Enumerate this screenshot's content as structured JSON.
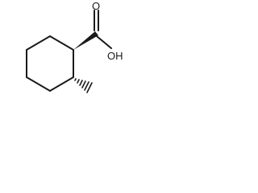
{
  "molecule": {
    "atoms": {
      "carbonyl_oxygen": "O",
      "hydroxyl": "OH"
    },
    "stereo": {
      "carboxyl_bond": "wedge",
      "methyl_bond": "hash"
    }
  }
}
